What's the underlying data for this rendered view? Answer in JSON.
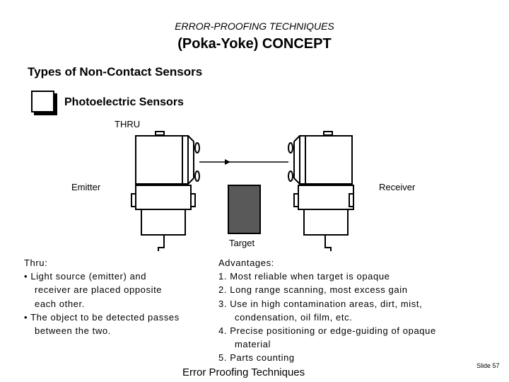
{
  "header": {
    "subtitle": "ERROR-PROOFING TECHNIQUES",
    "title": "(Poka-Yoke) CONCEPT"
  },
  "section_title": "Types of Non-Contact Sensors",
  "bullet": {
    "label": "Photoelectric Sensors"
  },
  "diagram": {
    "mode_label": "THRU",
    "emitter_label": "Emitter",
    "receiver_label": "Receiver",
    "target_label": "Target"
  },
  "thru_text": {
    "heading": "Thru:",
    "lines": [
      "• Light source (emitter) and",
      "receiver are placed opposite",
      "each other.",
      "• The object to be detected passes",
      "between the two."
    ]
  },
  "advantages": {
    "heading": "Advantages:",
    "lines": [
      "1.  Most reliable when target is opaque",
      "2.  Long range scanning, most excess gain",
      "3.  Use in high contamination areas, dirt, mist,",
      "condensation, oil film, etc.",
      "4.  Precise positioning or edge-guiding of opaque",
      "material",
      "5. Parts counting"
    ]
  },
  "footer": "Error Proofing Techniques",
  "slide_number": "Slide  57"
}
